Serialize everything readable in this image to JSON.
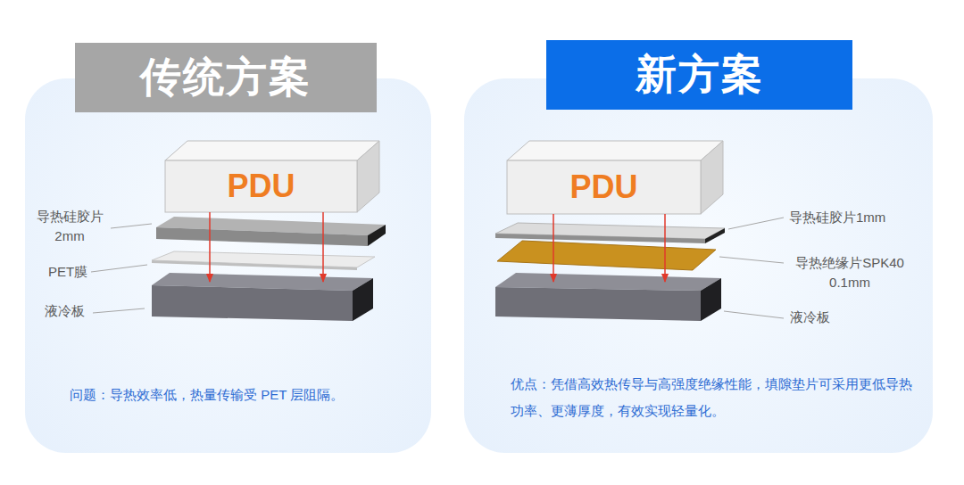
{
  "diagram": {
    "nodes": [
      {
        "text": [
          "传统方案"
        ]
      },
      {
        "text": [
          "问题：导热效率低，热量传输受 PET 层阻隔。"
        ]
      },
      {
        "text": [
          "PDU"
        ],
        "in": 1
      },
      {
        "text": [
          "液冷板"
        ],
        "in": 1
      },
      {
        "text": [
          "新方案"
        ]
      },
      {
        "text": [
          "优点：凭借高效热传导与高强度绝缘性能，填隙垫片可采用更低导热功率、更薄厚度，有效实现轻量化。"
        ]
      },
      {
        "text": [
          "PDU"
        ],
        "in": 5
      },
      {
        "text": [
          "液冷板"
        ],
        "in": 5
      }
    ],
    "edges": [
      {
        "from": 2,
        "to": 3,
        "arrow": "to"
      },
      {
        "from": 2,
        "to": 3,
        "arrow": "to"
      },
      {
        "from": 6,
        "to": 7,
        "arrow": "to"
      },
      {
        "from": 6,
        "to": 7,
        "arrow": "to"
      }
    ],
    "labels": [
      "导热硅胶片 2mm",
      "PET膜",
      "导热硅胶片1mm",
      "导热绝缘片SPK40 0.1mm"
    ]
  }
}
